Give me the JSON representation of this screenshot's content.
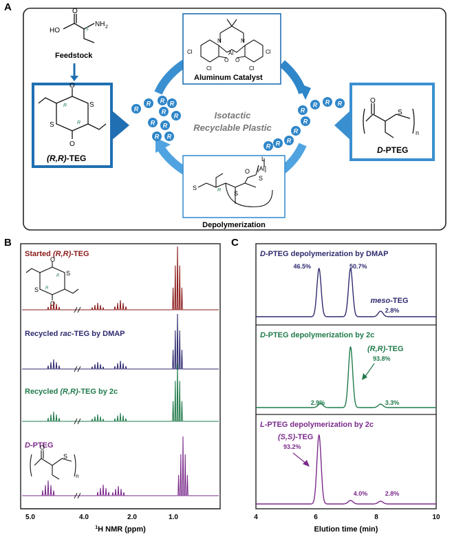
{
  "panel_a": {
    "letter": "A",
    "feedstock_label": "Feedstock",
    "monomer_label_pre": "(R,R)",
    "monomer_label_post": "-TEG",
    "catalyst_label": "Aluminum Catalyst",
    "center_line1": "Isotactic",
    "center_line2": "Recyclable Plastic",
    "polymer_label_pre": "D",
    "polymer_label_post": "-PTEG",
    "depoly_label": "Depolymerization",
    "bead_letter": "R",
    "atoms": {
      "ho": "HO",
      "nh2": "NH",
      "nh2_sub": "2",
      "s": "S",
      "o": "O",
      "cl": "Cl",
      "n": "N",
      "al": "Al",
      "al_bracket": "[Al]",
      "l": "L",
      "n_sub": "n",
      "r": "R",
      "s_label": "S"
    },
    "colors": {
      "dark_blue": "#1f6fb2",
      "mid_blue": "#3a8fd0",
      "light_blue": "#4fa3e0",
      "bead": "#2f86c9"
    }
  },
  "panel_b": {
    "letter": "B",
    "traces": [
      {
        "label_pre": "Started ",
        "label_it": "(R,R)",
        "label_post": "-TEG",
        "color": "#8b1a1a"
      },
      {
        "label_pre": "Recycled ",
        "label_it": "rac",
        "label_post": "-TEG by DMAP",
        "color": "#2e2a6e"
      },
      {
        "label_pre": "Recycled ",
        "label_it": "(R,R)",
        "label_post": "-TEG by 2c",
        "color": "#1f7a4a"
      },
      {
        "label_pre": "",
        "label_it": "D",
        "label_post": "-PTEG",
        "color": "#7a2a8a"
      }
    ],
    "x_ticks": [
      "5.0",
      "4.0",
      "2.0",
      "1.0"
    ],
    "x_label_sup": "1",
    "x_label": "H NMR (ppm)"
  },
  "panel_c": {
    "letter": "C",
    "traces": [
      {
        "title_it": "D",
        "title_post": "-PTEG depolymerization by DMAP",
        "color": "#2e2a6e",
        "peaks": [
          {
            "label": "46.5%"
          },
          {
            "label": "50.7%"
          },
          {
            "label": "2.8%"
          }
        ],
        "annotation_it": "meso",
        "annotation_post": "-TEG"
      },
      {
        "title_it": "D",
        "title_post": "-PTEG depolymerization by 2c",
        "color": "#1f7a4a",
        "peaks": [
          {
            "label": "2.9%"
          },
          {
            "label": "93.8%"
          },
          {
            "label": "3.3%"
          }
        ],
        "annotation_it": "(R,R)",
        "annotation_post": "-TEG"
      },
      {
        "title_it": "L",
        "title_post": "-PTEG depolymerization by 2c",
        "color": "#7a2a8a",
        "peaks": [
          {
            "label": "93.2%"
          },
          {
            "label": "4.0%"
          },
          {
            "label": "2.8%"
          }
        ],
        "annotation_it": "(S,S)",
        "annotation_post": "-TEG"
      }
    ],
    "x_ticks": [
      "4",
      "6",
      "8",
      "10"
    ],
    "x_label": "Elution time (min)"
  }
}
